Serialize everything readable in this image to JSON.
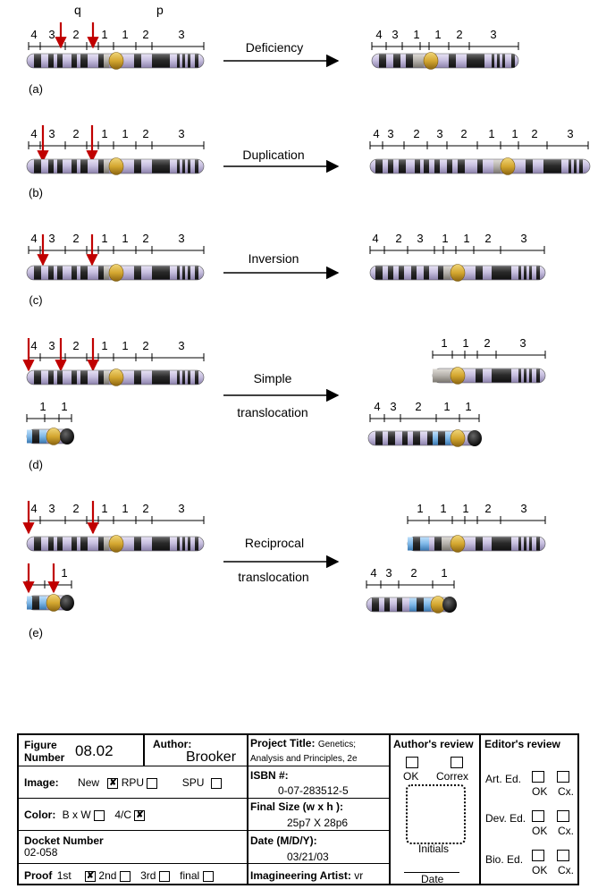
{
  "header_labels": {
    "q": "q",
    "p": "p"
  },
  "panels": [
    {
      "letter": "(a)",
      "label_line1": "Deficiency",
      "label_line2": "",
      "left_nums": [
        "4",
        "3",
        "2",
        "1",
        "1",
        "2",
        "3"
      ],
      "right_nums": [
        "4",
        "3",
        "1",
        "1",
        "2",
        "3"
      ]
    },
    {
      "letter": "(b)",
      "label_line1": "Duplication",
      "label_line2": "",
      "left_nums": [
        "4",
        "3",
        "2",
        "1",
        "1",
        "2",
        "3"
      ],
      "right_nums": [
        "4",
        "3",
        "2",
        "3",
        "2",
        "1",
        "1",
        "2",
        "3"
      ]
    },
    {
      "letter": "(c)",
      "label_line1": "Inversion",
      "label_line2": "",
      "left_nums": [
        "4",
        "3",
        "2",
        "1",
        "1",
        "2",
        "3"
      ],
      "right_nums": [
        "4",
        "2",
        "3",
        "1",
        "1",
        "2",
        "3"
      ]
    },
    {
      "letter": "(d)",
      "label_line1": "Simple",
      "label_line2": "translocation",
      "left_nums": [
        "4",
        "3",
        "2",
        "1",
        "1",
        "2",
        "3"
      ],
      "small_left_nums": [
        "1",
        "1"
      ],
      "right_top_nums": [
        "1",
        "1",
        "2",
        "3"
      ],
      "right_bottom_nums": [
        "4",
        "3",
        "2",
        "1",
        "1"
      ]
    },
    {
      "letter": "(e)",
      "label_line1": "Reciprocal",
      "label_line2": "translocation",
      "left_nums": [
        "4",
        "3",
        "2",
        "1",
        "1",
        "2",
        "3"
      ],
      "small_left_nums": [
        "1"
      ],
      "right_top_nums": [
        "1",
        "1",
        "1",
        "2",
        "3"
      ],
      "right_bottom_nums": [
        "4",
        "3",
        "2",
        "1"
      ]
    }
  ],
  "form": {
    "figure_number_label": "Figure Number",
    "figure_number": "08.02",
    "author_label": "Author:",
    "author": "Brooker",
    "project_title_label": "Project Title:",
    "project_title": "Genetics; Analysis and Principles, 2e",
    "image_label": "Image:",
    "image_new": "New",
    "image_rpu": "RPU",
    "image_spu": "SPU",
    "isbn_label": "ISBN #:",
    "isbn": "0-07-283512-5",
    "color_label": "Color:",
    "color_bw": "B x W",
    "color_4c": "4/C",
    "final_size_label": "Final Size (w x h ):",
    "final_size": "25p7 X 28p6",
    "docket_label": "Docket Number",
    "docket": "02-058",
    "date_label": "Date (M/D/Y):",
    "date": "03/21/03",
    "proof_label": "Proof",
    "proof_1st": "1st",
    "proof_2nd": "2nd",
    "proof_3rd": "3rd",
    "proof_final": "final",
    "artist_label": "Imagineering Artist:",
    "artist": "vr",
    "author_review_label": "Author's review",
    "ok": "OK",
    "correx": "Correx",
    "initials": "Initials",
    "date_word": "Date",
    "editor_review_label": "Editor's review",
    "art_ed": "Art. Ed.",
    "dev_ed": "Dev. Ed.",
    "bio_ed": "Bio. Ed.",
    "cx": "Cx."
  }
}
